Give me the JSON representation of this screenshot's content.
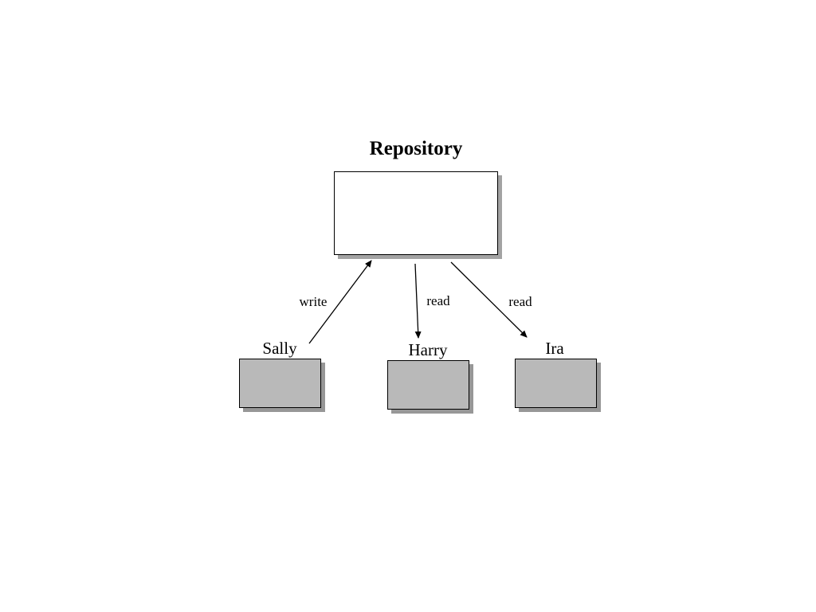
{
  "diagram": {
    "title": "Repository",
    "nodes": {
      "repository": {
        "label": "Repository"
      },
      "sally": {
        "label": "Sally"
      },
      "harry": {
        "label": "Harry"
      },
      "ira": {
        "label": "Ira"
      }
    },
    "edges": {
      "write": {
        "label": "write",
        "from": "Sally",
        "to": "Repository"
      },
      "read1": {
        "label": "read",
        "from": "Repository",
        "to": "Harry"
      },
      "read2": {
        "label": "read",
        "from": "Repository",
        "to": "Ira"
      }
    },
    "colors": {
      "actor_box_fill": "#b9b9b9",
      "repo_box_fill": "#ffffff",
      "border": "#000000",
      "shadow": "#9e9e9e"
    }
  }
}
